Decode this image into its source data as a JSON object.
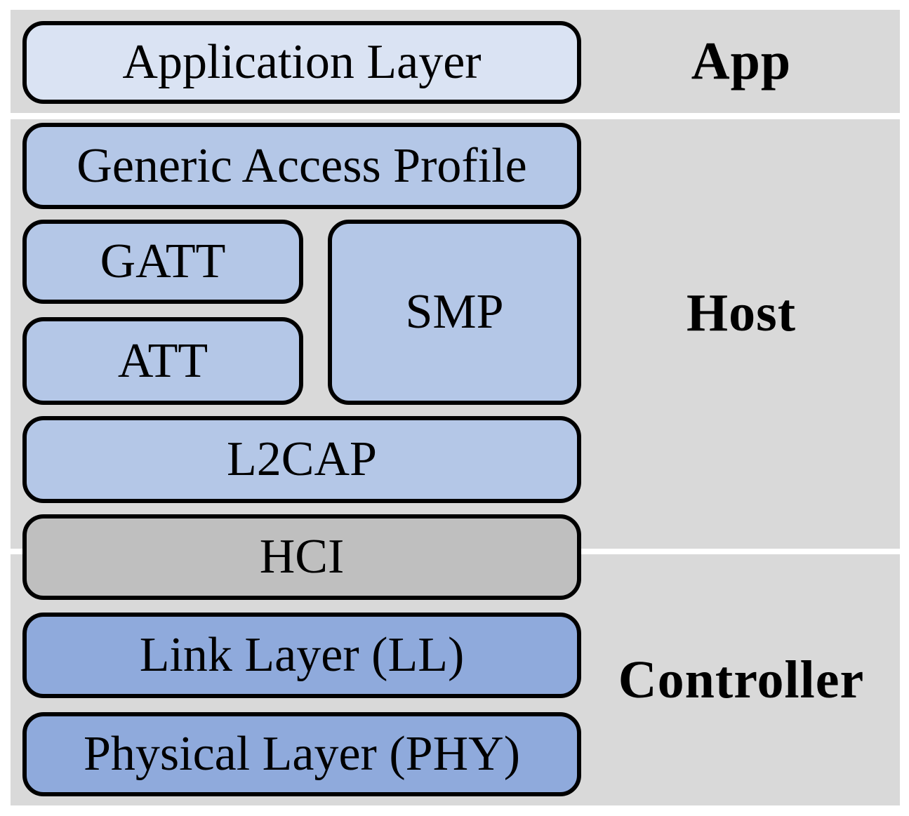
{
  "diagram": {
    "subject": "Bluetooth Low Energy protocol stack"
  },
  "bands": [
    {
      "id": "app",
      "label": "App"
    },
    {
      "id": "host",
      "label": "Host"
    },
    {
      "id": "controller",
      "label": "Controller"
    }
  ],
  "boxes": [
    {
      "id": "application-layer",
      "label": "Application Layer",
      "band": "App",
      "fill": "#dae3f3"
    },
    {
      "id": "gap",
      "label": "Generic Access Profile",
      "band": "Host",
      "fill": "#b4c7e7"
    },
    {
      "id": "gatt",
      "label": "GATT",
      "band": "Host",
      "fill": "#b4c7e7"
    },
    {
      "id": "smp",
      "label": "SMP",
      "band": "Host",
      "fill": "#b4c7e7"
    },
    {
      "id": "att",
      "label": "ATT",
      "band": "Host",
      "fill": "#b4c7e7"
    },
    {
      "id": "l2cap",
      "label": "L2CAP",
      "band": "Host",
      "fill": "#b4c7e7"
    },
    {
      "id": "hci",
      "label": "HCI",
      "band": "Host/Controller",
      "fill": "#bfbfbf"
    },
    {
      "id": "link-layer",
      "label": "Link Layer (LL)",
      "band": "Controller",
      "fill": "#8faadc"
    },
    {
      "id": "physical-layer",
      "label": "Physical Layer (PHY)",
      "band": "Controller",
      "fill": "#8faadc"
    }
  ],
  "colors": {
    "band_background": "#d9d9d9",
    "box_light_blue": "#dae3f3",
    "box_mid_blue": "#b4c7e7",
    "box_dark_blue": "#8faadc",
    "box_gray": "#bfbfbf",
    "border": "#000000",
    "text": "#000000",
    "page_background": "#ffffff"
  }
}
